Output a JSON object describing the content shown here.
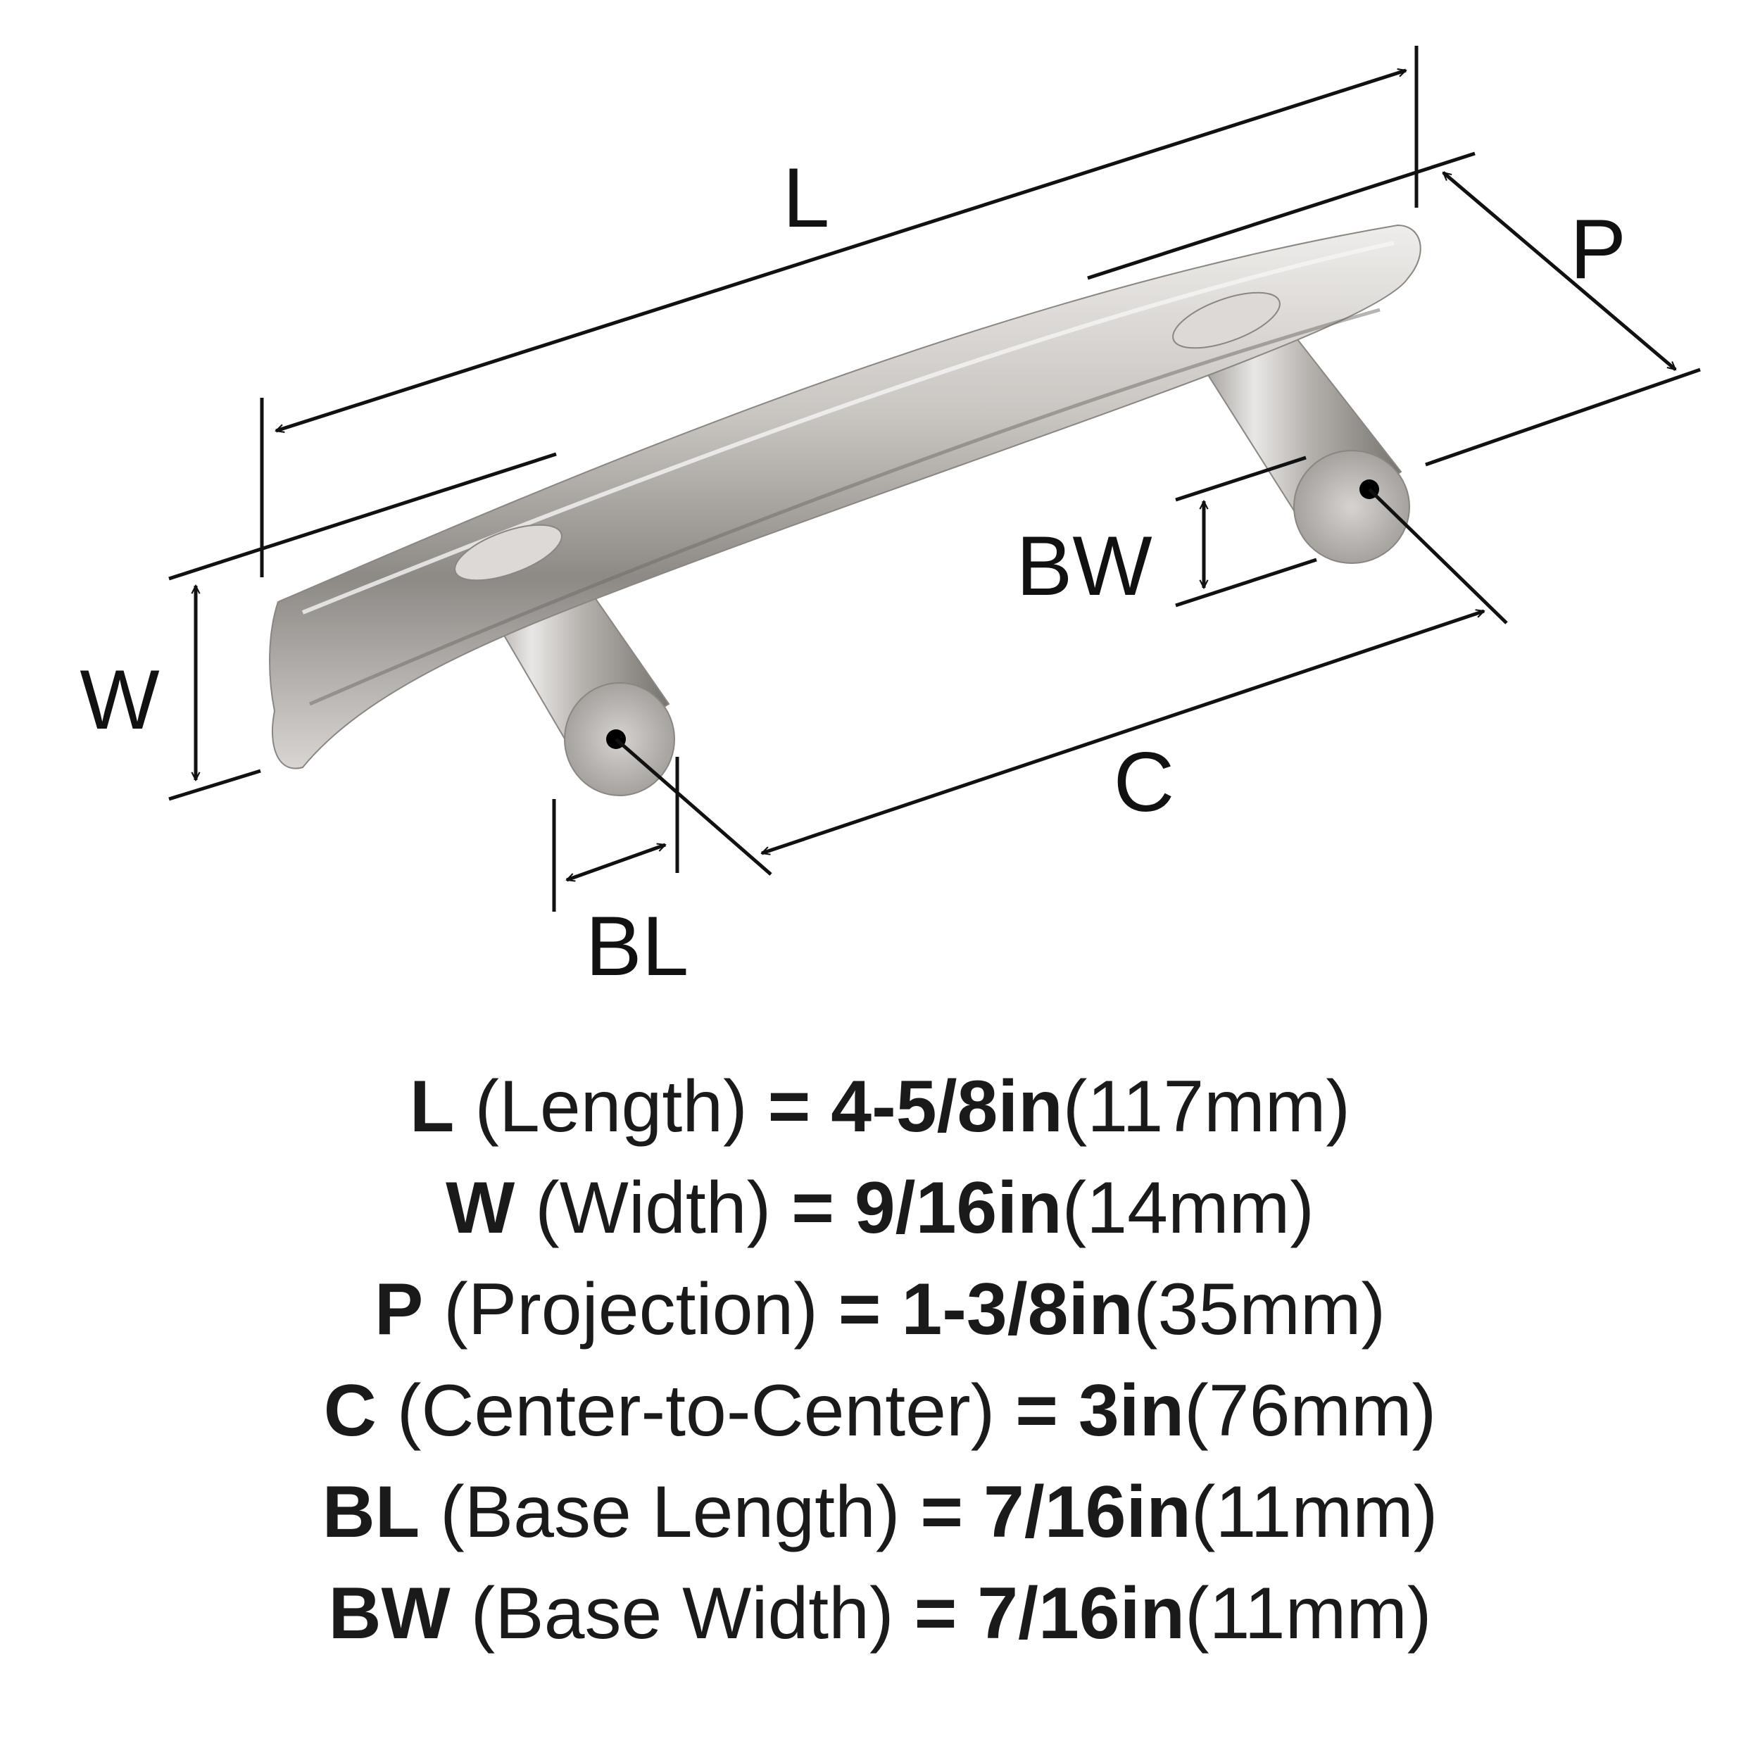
{
  "diagram": {
    "labels": {
      "L": "L",
      "P": "P",
      "W": "W",
      "BW": "BW",
      "C": "C",
      "BL": "BL"
    }
  },
  "specs": [
    {
      "symbol": "L",
      "name": "(Length)",
      "eq": "=",
      "imperial": "4-5/8in",
      "metric": "(117mm)"
    },
    {
      "symbol": "W",
      "name": "(Width)",
      "eq": "=",
      "imperial": "9/16in",
      "metric": "(14mm)"
    },
    {
      "symbol": "P",
      "name": "(Projection)",
      "eq": "=",
      "imperial": "1-3/8in",
      "metric": "(35mm)"
    },
    {
      "symbol": "C",
      "name": "(Center-to-Center)",
      "eq": "=",
      "imperial": "3in",
      "metric": "(76mm)"
    },
    {
      "symbol": "BL",
      "name": "(Base Length)",
      "eq": "=",
      "imperial": "7/16in",
      "metric": "(11mm)"
    },
    {
      "symbol": "BW",
      "name": "(Base Width)",
      "eq": "=",
      "imperial": "7/16in",
      "metric": "(11mm)"
    }
  ],
  "colors": {
    "line": "#111111",
    "metal_light": "#e6e4e2",
    "metal_mid": "#a9a5a1",
    "metal_dark": "#6f6b67",
    "hole": "#000000"
  }
}
